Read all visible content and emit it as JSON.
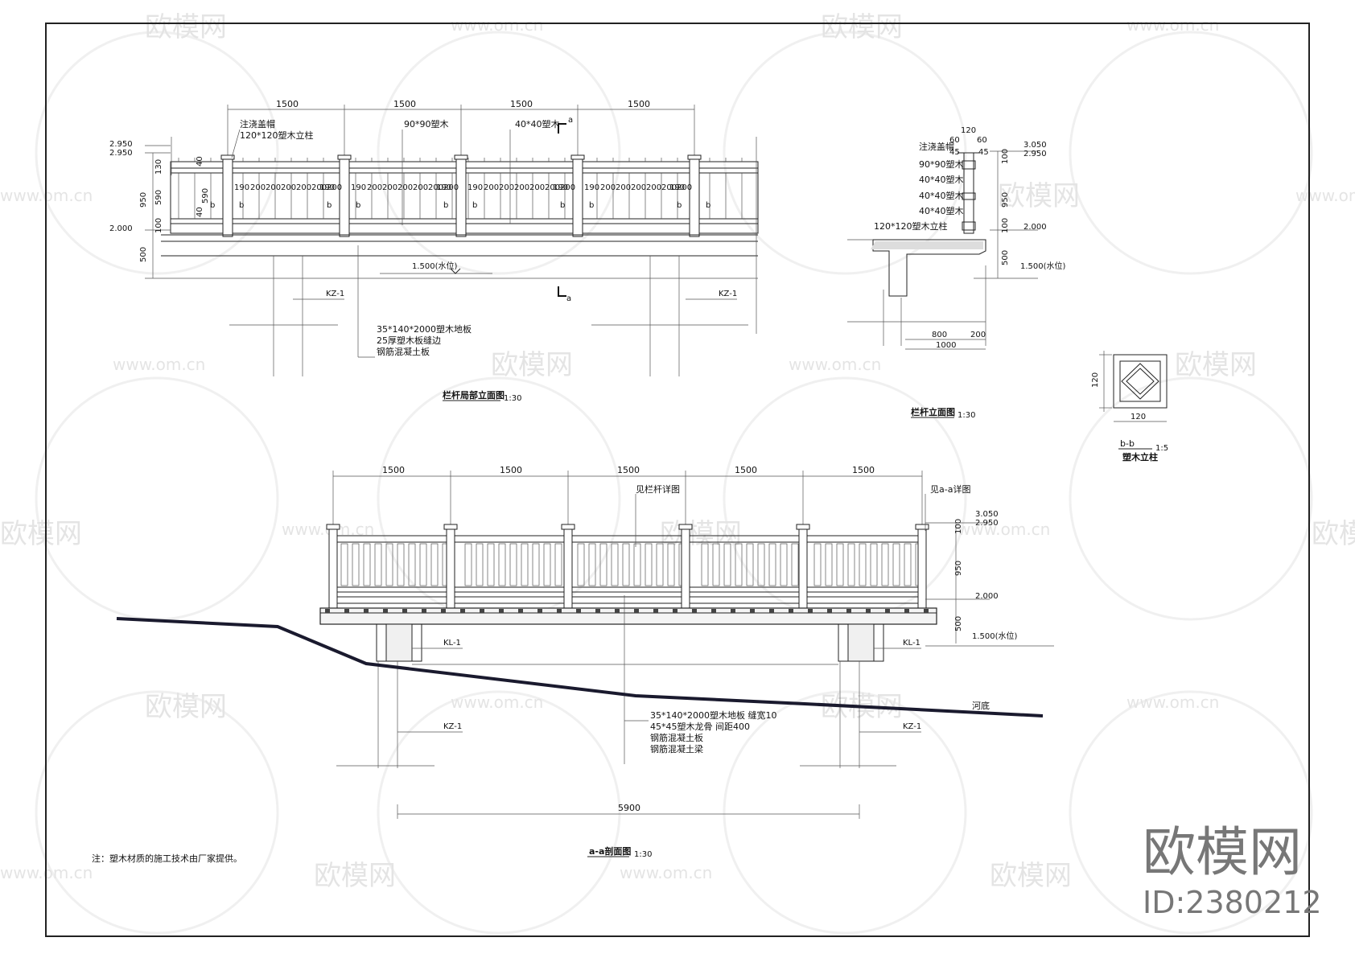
{
  "drawing": {
    "dims": {
      "d1500": "1500",
      "d190": "190",
      "d200": "200",
      "d5900": "5900",
      "d950": "950",
      "d500": "500",
      "d590": "590",
      "d130": "130",
      "d100": "100",
      "d40": "40",
      "d120": "120",
      "d60": "60",
      "d45": "45",
      "d800": "800",
      "d200b": "200",
      "d1000": "1000",
      "d1000sm": "1000"
    },
    "levels": {
      "l2950a": "2.950",
      "l2950b": "2.950",
      "l2000": "2.000",
      "l1500": "1.500(水位)",
      "l3050": "3.050",
      "l2950c": "2.950"
    },
    "elevation": {
      "label_cap": "注浇盖帽",
      "label_post": "120*120塑木立柱",
      "label_rail90": "90*90塑木",
      "label_rail40": "40*40塑木",
      "label_deck": "35*140*2000塑木地板",
      "label_edge": "25厚塑木板缝边",
      "label_slab": "钢筋混凝土板",
      "kz": "KZ-1",
      "section_mark": "a",
      "cut_mark": "b",
      "title": "栏杆局部立面图",
      "scale": "1:30"
    },
    "side": {
      "labels": [
        "注浇盖帽",
        "90*90塑木",
        "40*40塑木",
        "40*40塑木",
        "40*40塑木",
        "120*120塑木立柱"
      ],
      "title": "栏杆立面图",
      "scale": "1:30"
    },
    "postsection": {
      "title": "b-b",
      "subtitle": "塑木立柱",
      "scale": "1:5"
    },
    "section": {
      "label_see_rail": "见栏杆详图",
      "label_see_aa": "见a-a详图",
      "kl": "KL-1",
      "kz": "KZ-1",
      "riverbed": "河底",
      "notes": [
        "35*140*2000塑木地板 缝宽10",
        "45*45塑木龙骨 间距400",
        "钢筋混凝土板",
        "钢筋混凝土梁"
      ],
      "title": "a-a剖面图",
      "scale": "1:30"
    },
    "note": "注：塑木材质的施工技术由厂家提供。"
  },
  "watermark": {
    "brand": "欧模网",
    "url": "www.om.cn",
    "id": "ID:2380212"
  }
}
